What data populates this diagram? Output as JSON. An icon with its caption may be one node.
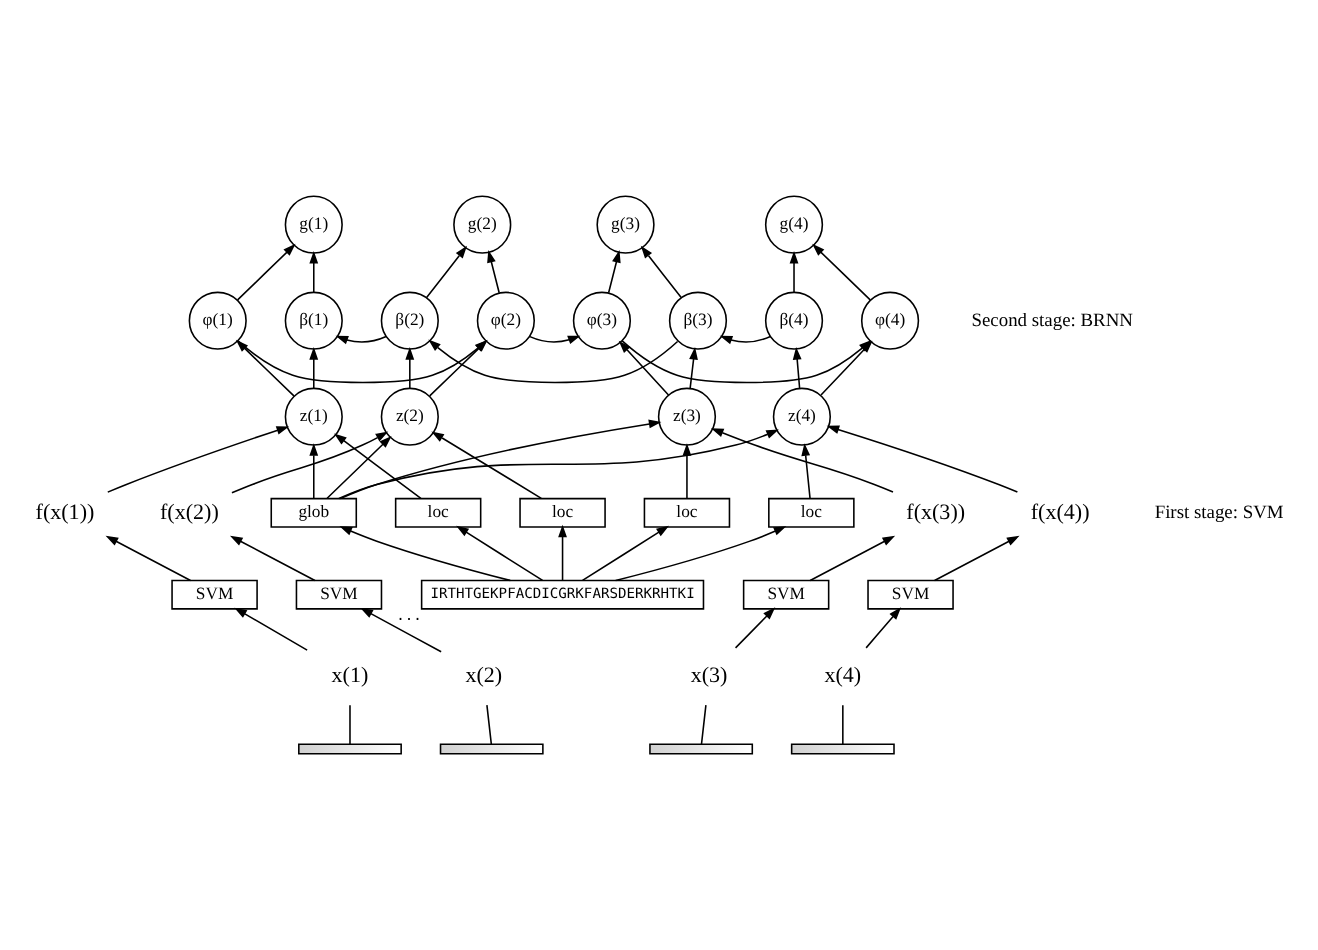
{
  "diagram": {
    "nodes": [
      {
        "text": [
          "g(1)"
        ]
      },
      {
        "text": [
          "g(2)"
        ]
      },
      {
        "text": [
          "g(3)"
        ]
      },
      {
        "text": [
          "g(4)"
        ]
      },
      {
        "text": [
          "β(1)"
        ]
      },
      {
        "text": [
          "β(2)"
        ]
      },
      {
        "text": [
          "β(3)"
        ]
      },
      {
        "text": [
          "β(4)"
        ]
      },
      {
        "text": [
          "φ(1)"
        ]
      },
      {
        "text": [
          "φ(2)"
        ]
      },
      {
        "text": [
          "φ(3)"
        ]
      },
      {
        "text": [
          "φ(4)"
        ]
      },
      {
        "text": [
          "z(1)"
        ]
      },
      {
        "text": [
          "z(2)"
        ]
      },
      {
        "text": [
          "z(3)"
        ]
      },
      {
        "text": [
          "z(4)"
        ]
      },
      {
        "text": [
          "loc"
        ]
      },
      {
        "text": [
          "loc"
        ]
      },
      {
        "text": [
          "loc"
        ]
      },
      {
        "text": [
          "loc"
        ]
      },
      {
        "text": [
          "glob"
        ]
      },
      {
        "text": [
          "f(x(1))"
        ]
      },
      {
        "text": [
          "f(x(2))"
        ]
      },
      {
        "text": [
          "f(x(3))"
        ]
      },
      {
        "text": [
          "f(x(4))"
        ]
      },
      {
        "text": [
          "SVM"
        ]
      },
      {
        "text": [
          "SVM"
        ]
      },
      {
        "text": [
          "SVM"
        ]
      },
      {
        "text": [
          "SVM"
        ]
      },
      {
        "text": [
          "x(1)"
        ]
      },
      {
        "text": [
          "x(2)"
        ]
      },
      {
        "text": [
          "x(3)"
        ]
      },
      {
        "text": [
          "x(4)"
        ]
      },
      {
        "text": [],
        "shape": "bar"
      },
      {
        "text": [],
        "shape": "bar"
      },
      {
        "text": [],
        "shape": "bar"
      },
      {
        "text": [],
        "shape": "bar"
      },
      {
        "text": [
          "IRTHTGEKPFACDICGRKFARSDERKRHTKI"
        ],
        "beside": [
          "..."
        ]
      }
    ],
    "edges": [
      {
        "from": 4,
        "to": 0,
        "arrow": "to"
      },
      {
        "from": 8,
        "to": 0,
        "arrow": "to"
      },
      {
        "from": 5,
        "to": 1,
        "arrow": "to"
      },
      {
        "from": 9,
        "to": 1,
        "arrow": "to"
      },
      {
        "from": 6,
        "to": 2,
        "arrow": "to"
      },
      {
        "from": 10,
        "to": 2,
        "arrow": "to"
      },
      {
        "from": 7,
        "to": 3,
        "arrow": "to"
      },
      {
        "from": 11,
        "to": 3,
        "arrow": "to"
      },
      {
        "from": 5,
        "to": 4,
        "arrow": "to"
      },
      {
        "from": 6,
        "to": 5,
        "arrow": "to"
      },
      {
        "from": 7,
        "to": 6,
        "arrow": "to"
      },
      {
        "from": 12,
        "to": 4,
        "arrow": "to"
      },
      {
        "from": 13,
        "to": 5,
        "arrow": "to"
      },
      {
        "from": 14,
        "to": 6,
        "arrow": "to"
      },
      {
        "from": 15,
        "to": 7,
        "arrow": "to"
      },
      {
        "from": 8,
        "to": 9,
        "arrow": "to"
      },
      {
        "from": 9,
        "to": 10,
        "arrow": "to"
      },
      {
        "from": 10,
        "to": 11,
        "arrow": "to"
      },
      {
        "from": 12,
        "to": 8,
        "arrow": "to"
      },
      {
        "from": 13,
        "to": 9,
        "arrow": "to"
      },
      {
        "from": 14,
        "to": 10,
        "arrow": "to"
      },
      {
        "from": 15,
        "to": 11,
        "arrow": "to"
      },
      {
        "from": 16,
        "to": 12,
        "arrow": "to"
      },
      {
        "from": 17,
        "to": 13,
        "arrow": "to"
      },
      {
        "from": 18,
        "to": 14,
        "arrow": "to"
      },
      {
        "from": 19,
        "to": 15,
        "arrow": "to"
      },
      {
        "from": 21,
        "to": 12,
        "arrow": "to"
      },
      {
        "from": 22,
        "to": 13,
        "arrow": "to"
      },
      {
        "from": 23,
        "to": 14,
        "arrow": "to"
      },
      {
        "from": 24,
        "to": 15,
        "arrow": "to"
      },
      {
        "from": 20,
        "to": 12,
        "arrow": "to"
      },
      {
        "from": 20,
        "to": 13,
        "arrow": "to"
      },
      {
        "from": 20,
        "to": 14,
        "arrow": "to"
      },
      {
        "from": 20,
        "to": 15,
        "arrow": "to"
      },
      {
        "from": 25,
        "to": 21,
        "arrow": "to"
      },
      {
        "from": 26,
        "to": 22,
        "arrow": "to"
      },
      {
        "from": 27,
        "to": 23,
        "arrow": "to"
      },
      {
        "from": 28,
        "to": 24,
        "arrow": "to"
      },
      {
        "from": 29,
        "to": 25,
        "arrow": "to"
      },
      {
        "from": 30,
        "to": 26,
        "arrow": "to"
      },
      {
        "from": 31,
        "to": 27,
        "arrow": "to"
      },
      {
        "from": 32,
        "to": 28,
        "arrow": "to"
      },
      {
        "from": 33,
        "to": 29,
        "arrow": "none"
      },
      {
        "from": 34,
        "to": 30,
        "arrow": "none"
      },
      {
        "from": 35,
        "to": 31,
        "arrow": "none"
      },
      {
        "from": 36,
        "to": 32,
        "arrow": "none"
      },
      {
        "from": 37,
        "to": 16,
        "arrow": "to"
      },
      {
        "from": 37,
        "to": 17,
        "arrow": "to"
      },
      {
        "from": 37,
        "to": 18,
        "arrow": "to"
      },
      {
        "from": 37,
        "to": 19,
        "arrow": "to"
      },
      {
        "from": 37,
        "to": 20,
        "arrow": "to"
      }
    ],
    "labels": [
      "Second stage: BRNN",
      "First stage: SVM"
    ]
  }
}
